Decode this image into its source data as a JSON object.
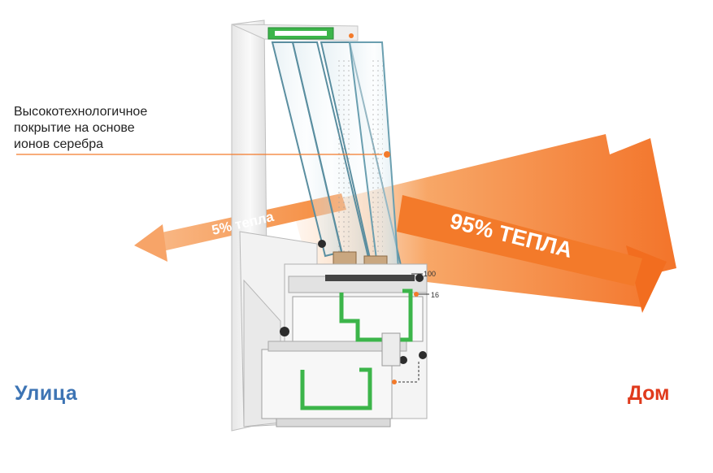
{
  "labels": {
    "coating_line1": "Высокотехнологичное",
    "coating_line2": "покрытие на основе",
    "coating_line3": "ионов серебра",
    "street": "Улица",
    "home": "Дом",
    "heat_out": "5% тепла",
    "heat_in": "95% ТЕПЛА",
    "dim_100": "100",
    "dim_16": "16"
  },
  "colors": {
    "arrow_orange": "#f37a2a",
    "arrow_light": "#f8b27a",
    "street_blue": "#3d74b4",
    "home_red": "#e03a1c",
    "reinforcement_green": "#3cb54a",
    "glass_edge": "#5a8ea0",
    "profile_white": "#f4f4f4",
    "profile_shadow": "#c8c8c8"
  }
}
